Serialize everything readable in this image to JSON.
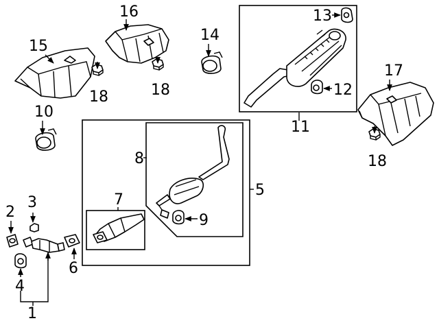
{
  "labels": {
    "l1": "1",
    "l2": "2",
    "l3": "3",
    "l4": "4",
    "l5": "5",
    "l6": "6",
    "l7": "7",
    "l8": "8",
    "l9": "9",
    "l10": "10",
    "l11": "11",
    "l12": "12",
    "l13": "13",
    "l14": "14",
    "l15": "15",
    "l16": "16",
    "l17": "17",
    "l18a": "18",
    "l18b": "18",
    "l18c": "18"
  }
}
